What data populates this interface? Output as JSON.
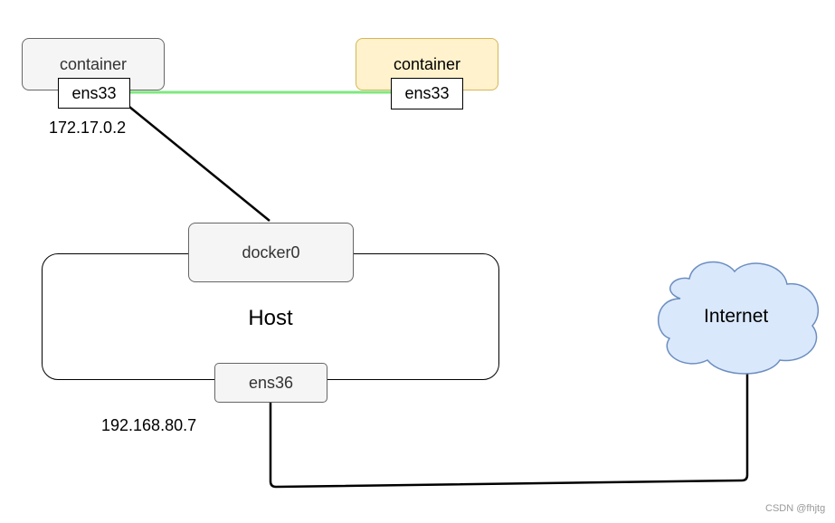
{
  "diagram": {
    "left_container": {
      "label": "container",
      "iface": "ens33",
      "ip": "172.17.0.2"
    },
    "right_container": {
      "label": "container",
      "iface": "ens33"
    },
    "host": {
      "label": "Host",
      "bridge": "docker0",
      "iface": "ens36",
      "ip": "192.168.80.7"
    },
    "internet": {
      "label": "Internet"
    },
    "watermark": "CSDN @fhjtg"
  },
  "colors": {
    "veth_link": "#7ee87e",
    "wire": "#000000",
    "cloud_fill": "#dae8fc",
    "cloud_stroke": "#6c8ebf",
    "gray_fill": "#f5f5f5",
    "yellow_fill": "#fff2cc"
  }
}
